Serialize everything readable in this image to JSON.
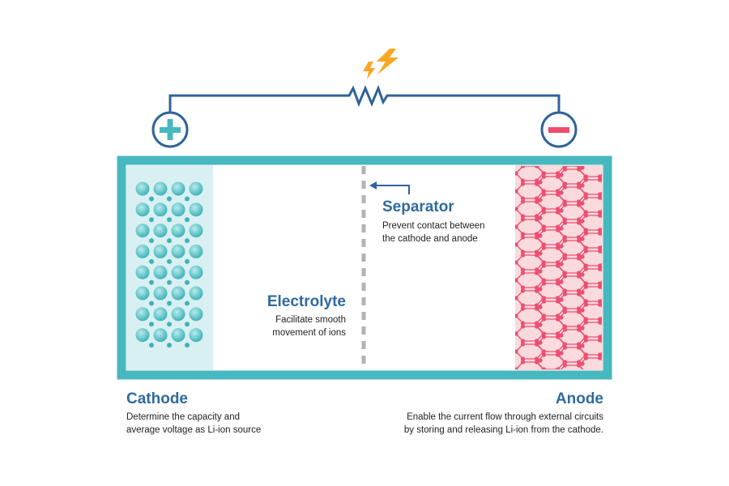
{
  "colors": {
    "wire": "#2f6399",
    "frame": "#47b8bf",
    "cathode_bg": "#d9f0f2",
    "anode_bg": "#fadadd",
    "anode_atoms": "#ec4f72",
    "sphere": "#5ec4c8",
    "lightning": "#f7a823",
    "separator": "#b3b3b3",
    "title": "#2f6a9c"
  },
  "terminals": {
    "positive_icon": "plus-icon",
    "negative_icon": "minus-icon",
    "load_icon": "resistor-icon",
    "spark_icon": "lightning-icon"
  },
  "separator": {
    "title": "Separator",
    "desc_1": "Prevent contact between",
    "desc_2": "the cathode and anode"
  },
  "electrolyte": {
    "title": "Electrolyte",
    "desc_1": "Facilitate smooth",
    "desc_2": "movement of ions"
  },
  "cathode": {
    "title": "Cathode",
    "desc_1": "Determine the capacity and",
    "desc_2": "average voltage as Li-ion source"
  },
  "anode": {
    "title": "Anode",
    "desc_1": "Enable the current flow through external circuits",
    "desc_2": "by storing and releasing Li-ion from the cathode."
  }
}
